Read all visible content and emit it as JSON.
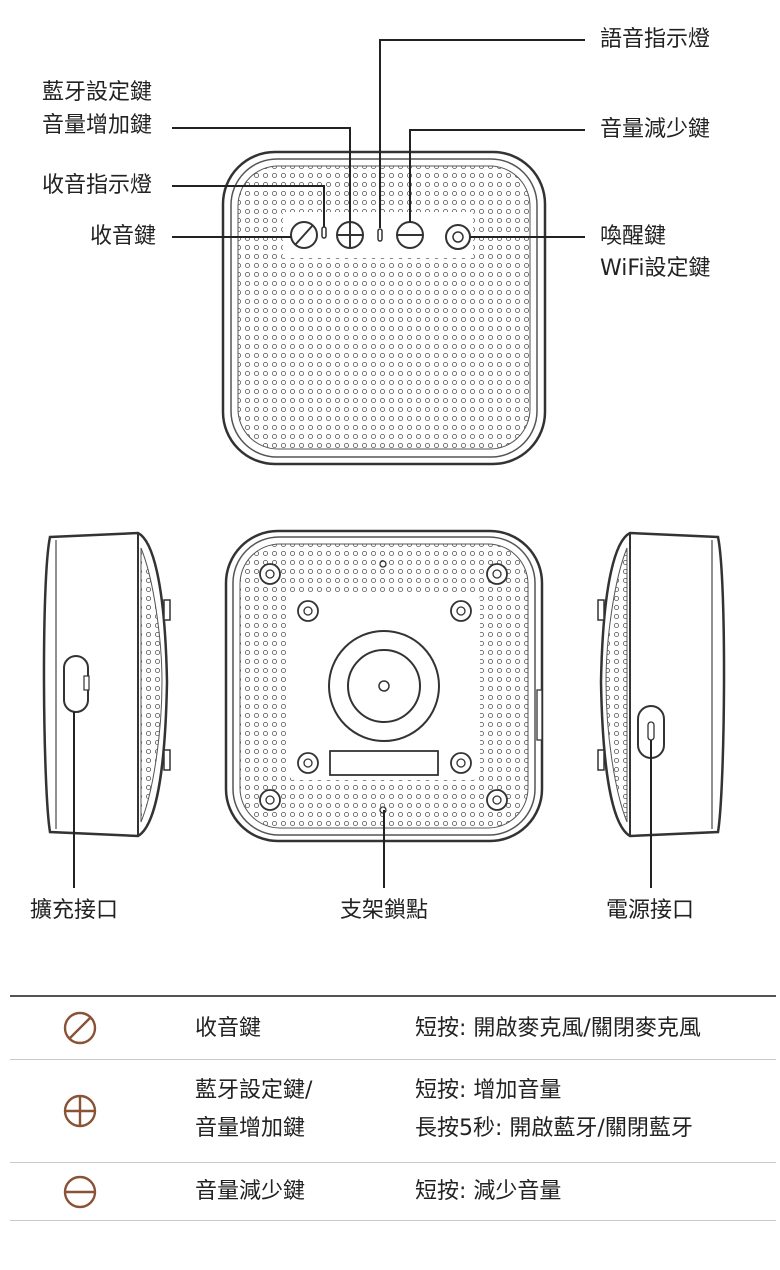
{
  "callouts": {
    "voice_indicator": "語音指示燈",
    "bluetooth_line1": "藍牙設定鍵",
    "bluetooth_line2": "音量增加鍵",
    "volume_down": "音量減少鍵",
    "mic_indicator": "收音指示燈",
    "mic_key": "收音鍵",
    "wake_line1": "喚醒鍵",
    "wake_line2": "WiFi設定鍵",
    "expansion_port": "擴充接口",
    "stand_lock": "支架鎖點",
    "power_port": "電源接口"
  },
  "spec_table": {
    "rows": [
      {
        "icon": "mute-icon",
        "name_lines": [
          "收音鍵"
        ],
        "desc_lines": [
          "短按: 開啟麥克風/關閉麥克風"
        ]
      },
      {
        "icon": "plus-icon",
        "name_lines": [
          "藍牙設定鍵/",
          "音量增加鍵"
        ],
        "desc_lines": [
          "短按: 增加音量",
          "長按5秒: 開啟藍牙/關閉藍牙"
        ]
      },
      {
        "icon": "minus-icon",
        "name_lines": [
          "音量減少鍵"
        ],
        "desc_lines": [
          "短按: 減少音量"
        ]
      }
    ]
  },
  "colors": {
    "icon_accent": "#8a5236",
    "line": "#222222",
    "device_stroke": "#333333"
  }
}
